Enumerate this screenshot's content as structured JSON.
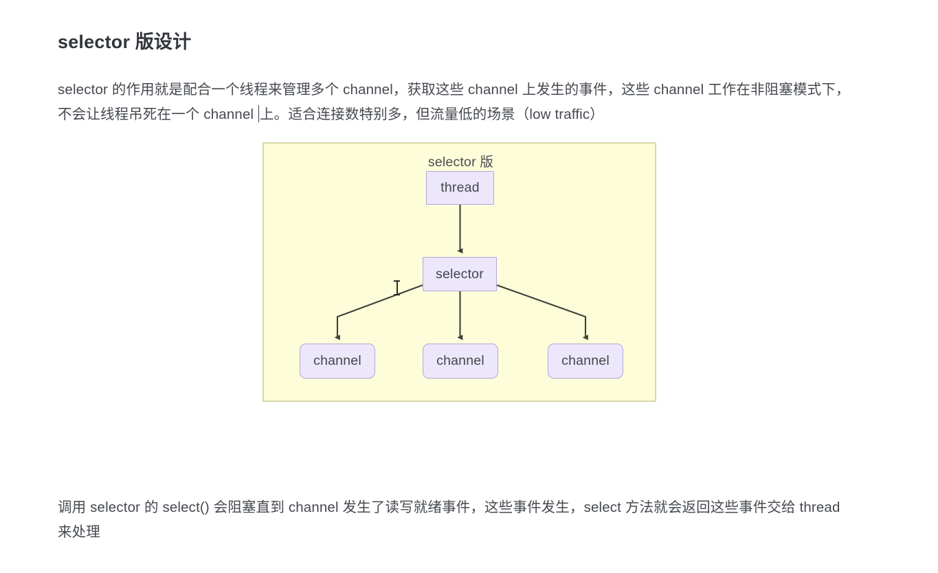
{
  "document": {
    "heading": "selector 版设计",
    "intro_paragraph_before_caret": "selector 的作用就是配合一个线程来管理多个 channel，获取这些 channel 上发生的事件，这些 channel 工作在非阻塞模式下，不会让线程吊死在一个 channel ",
    "intro_paragraph_after_caret": "上。适合连接数特别多，但流量低的场景（low traffic）",
    "outro_paragraph": "调用 selector 的 select() 会阻塞直到 channel 发生了读写就绪事件，这些事件发生，select 方法就会返回这些事件交给 thread 来处理"
  },
  "diagram": {
    "title": "selector 版",
    "background_color": "#fdfdd9",
    "border_color": "#d8d8a8",
    "node_fill_color": "#ece7fa",
    "node_border_color": "#b3a6dd",
    "arrow_color": "#3f4038",
    "nodes": {
      "thread": "thread",
      "selector": "selector",
      "channels": [
        "channel",
        "channel",
        "channel"
      ]
    },
    "edges": [
      {
        "from": "thread",
        "to": "selector"
      },
      {
        "from": "selector",
        "to": "channel-1"
      },
      {
        "from": "selector",
        "to": "channel-2"
      },
      {
        "from": "selector",
        "to": "channel-3"
      }
    ]
  },
  "cursor": {
    "type": "text-ibeam-cursor"
  }
}
